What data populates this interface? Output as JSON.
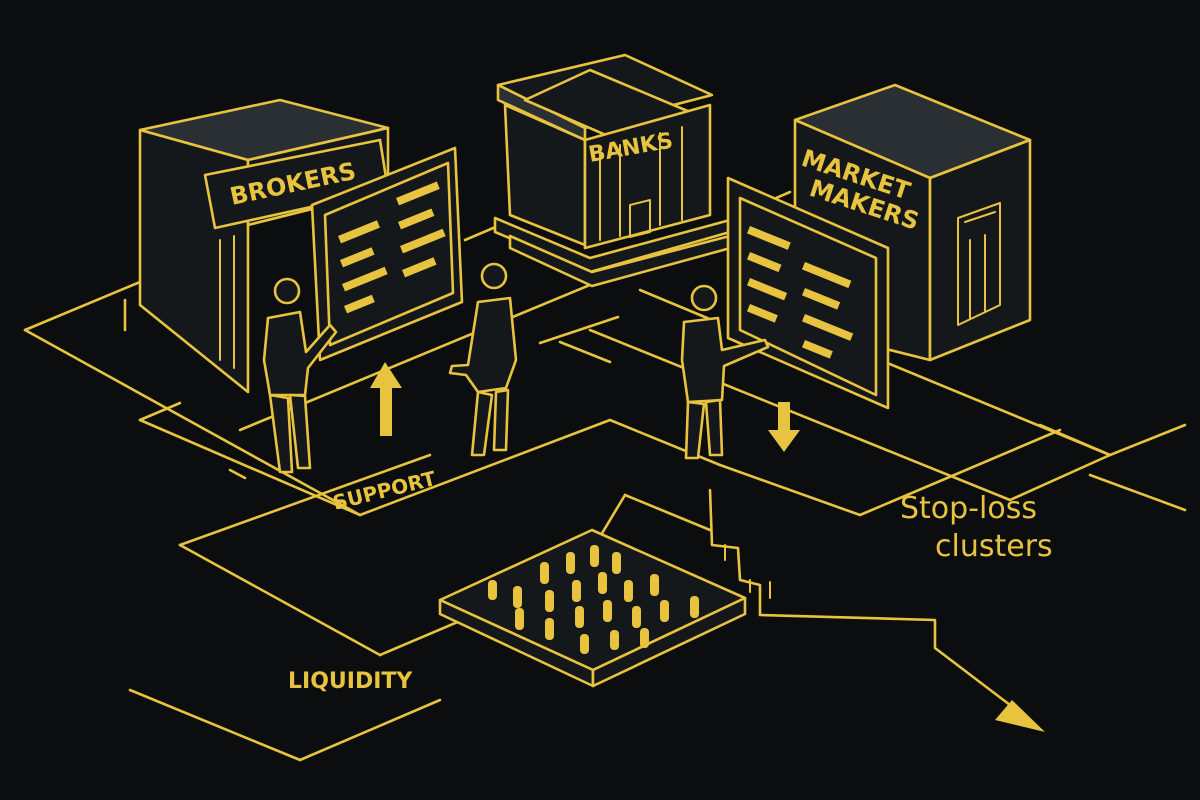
{
  "colors": {
    "background": "#0b0d0f",
    "accent": "#e8c33f",
    "surface": "#15181b"
  },
  "buildings": {
    "brokers": {
      "label": "BROKERS"
    },
    "banks": {
      "label": "BANKS"
    },
    "market_makers": {
      "line1": "MARKET",
      "line2": "MAKERS"
    }
  },
  "labels": {
    "support": "SUPPORT",
    "liquidity": "LIQUIDITY",
    "stop_loss_line1": "Stop-loss",
    "stop_loss_line2": "clusters"
  },
  "icons": {
    "up": "arrow-up-icon",
    "down": "arrow-down-icon",
    "trend": "trend-arrow-icon"
  }
}
